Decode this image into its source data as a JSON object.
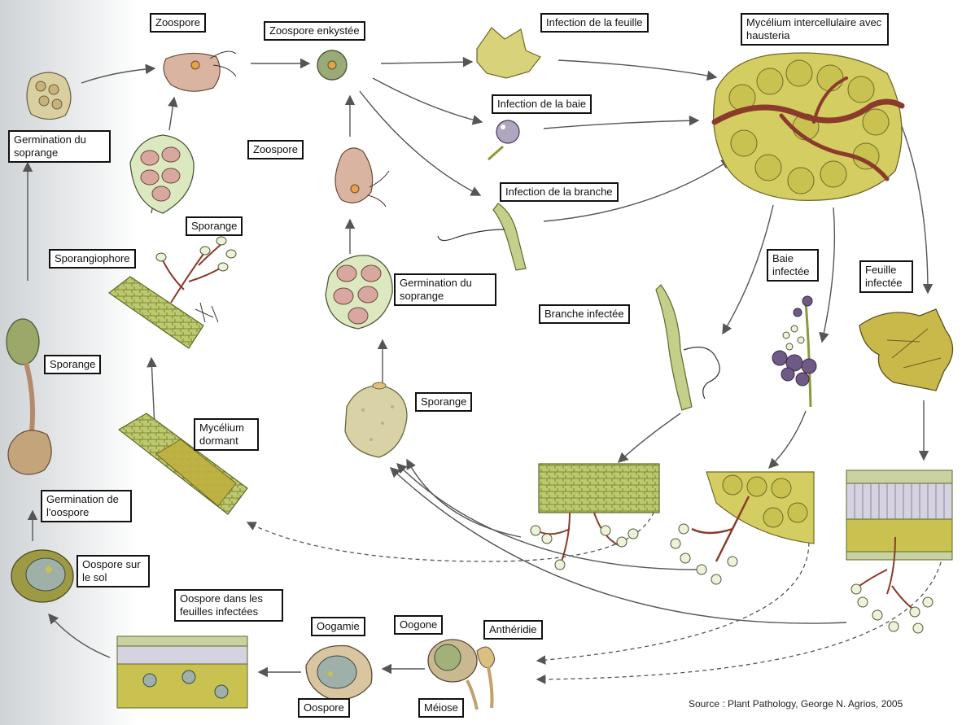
{
  "labels": {
    "zoospore_top": "Zoospore",
    "zoospore_enkystee": "Zoospore enkystée",
    "infection_feuille": "Infection de la feuille",
    "mycelium_inter": "Mycélium intercellulaire avec hausteria",
    "germination_soprange_left": "Germination du soprange",
    "infection_baie": "Infection de la baie",
    "zoospore_mid": "Zoospore",
    "infection_branche": "Infection de la branche",
    "sporange_upper": "Sporange",
    "sporangiophore": "Sporangiophore",
    "baie_infectee": "Baie infectée",
    "feuille_infectee": "Feuille infectée",
    "germination_soprange_mid": "Germination du soprange",
    "branche_infectee": "Branche infectée",
    "sporange_left": "Sporange",
    "sporange_mid": "Sporange",
    "mycelium_dormant": "Mycélium dormant",
    "germination_oospore": "Germination de l'oospore",
    "oospore_sol": "Oospore sur le sol",
    "oospore_feuilles": "Oospore dans les feuilles infectées",
    "oogamie": "Oogamie",
    "oogone": "Oogone",
    "antheridie": "Anthéridie",
    "oospore_bottom": "Oospore",
    "meiose": "Méiose"
  },
  "source": "Source : Plant Pathology, George N. Agrios, 2005",
  "colors": {
    "leaf_yellow": "#d8d27a",
    "cell_yellow": "#c9c250",
    "spore_pink": "#d9b4a0",
    "spore_purple": "#c9a6b8",
    "mycelium_red": "#8a3b2c",
    "berry_purple": "#6f5a86",
    "stem_green": "#c4cf8a",
    "arrow": "#555555"
  }
}
